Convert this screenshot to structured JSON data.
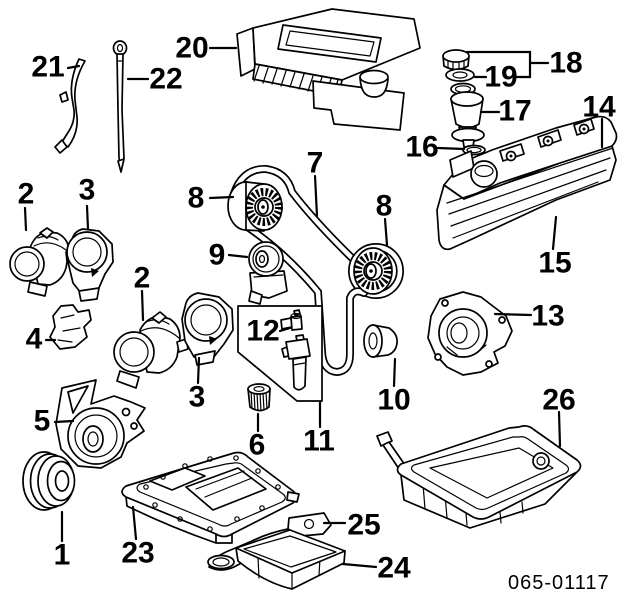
{
  "figure": {
    "code": "065-01117",
    "background": "#ffffff",
    "line_color": "#000000",
    "callouts": {
      "1": "1",
      "2a": "2",
      "2b": "2",
      "3a": "3",
      "3b": "3",
      "4": "4",
      "5": "5",
      "6": "6",
      "7": "7",
      "8a": "8",
      "8b": "8",
      "9": "9",
      "10": "10",
      "11": "11",
      "12": "12",
      "13": "13",
      "14": "14",
      "15": "15",
      "16": "16",
      "17": "17",
      "18": "18",
      "19": "19",
      "20": "20",
      "21": "21",
      "22": "22",
      "23": "23",
      "24": "24",
      "25": "25",
      "26": "26"
    }
  }
}
